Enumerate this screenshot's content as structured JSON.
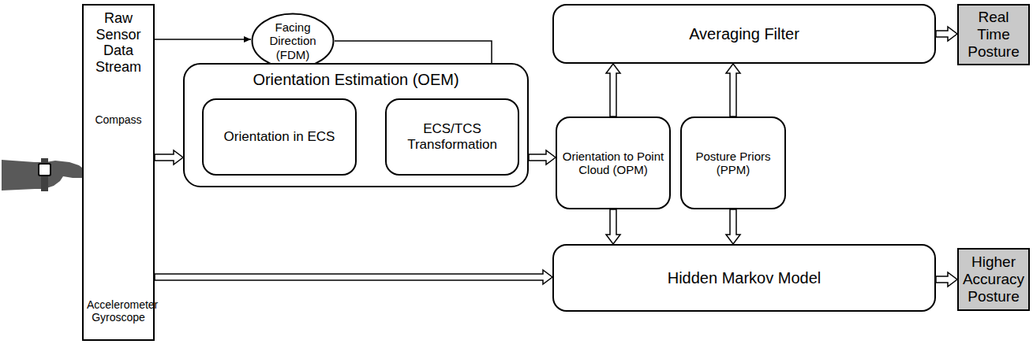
{
  "diagram": {
    "nodes": [
      {
        "text": [
          "Raw Sensor Data Stream",
          "Compass",
          "Accelerometer Gyroscope"
        ]
      },
      {
        "text": [
          "Facing Direction (FDM)"
        ]
      },
      {
        "text": [
          "Orientation Estimation (OEM)"
        ]
      },
      {
        "text": [
          "Orientation in ECS"
        ],
        "in": 2
      },
      {
        "text": [
          "ECS/TCS Transformation"
        ],
        "in": 2
      },
      {
        "text": [
          "Averaging Filter"
        ]
      },
      {
        "text": [
          "Real Time Posture"
        ]
      },
      {
        "text": [
          "Orientation to Point Cloud (OPM)"
        ]
      },
      {
        "text": [
          "Posture Priors (PPM)"
        ]
      },
      {
        "text": [
          "Hidden Markov Model"
        ]
      },
      {
        "text": [
          "Higher Accuracy Posture"
        ]
      }
    ],
    "edges": [
      {
        "from": 0,
        "to": 1,
        "arrow": "to"
      },
      {
        "from": 1,
        "to": 4,
        "arrow": "to"
      },
      {
        "from": 0,
        "to": 2,
        "arrow": "to"
      },
      {
        "from": 3,
        "to": 4,
        "arrow": "to"
      },
      {
        "from": 2,
        "to": 7,
        "arrow": "to"
      },
      {
        "from": 7,
        "to": 5,
        "arrow": "to"
      },
      {
        "from": 7,
        "to": 9,
        "arrow": "to"
      },
      {
        "from": 8,
        "to": 5,
        "arrow": "to"
      },
      {
        "from": 8,
        "to": 9,
        "arrow": "to"
      },
      {
        "from": 5,
        "to": 6,
        "arrow": "to"
      },
      {
        "from": 9,
        "to": 10,
        "arrow": "to"
      },
      {
        "from": 0,
        "to": 9,
        "arrow": "to"
      }
    ]
  }
}
